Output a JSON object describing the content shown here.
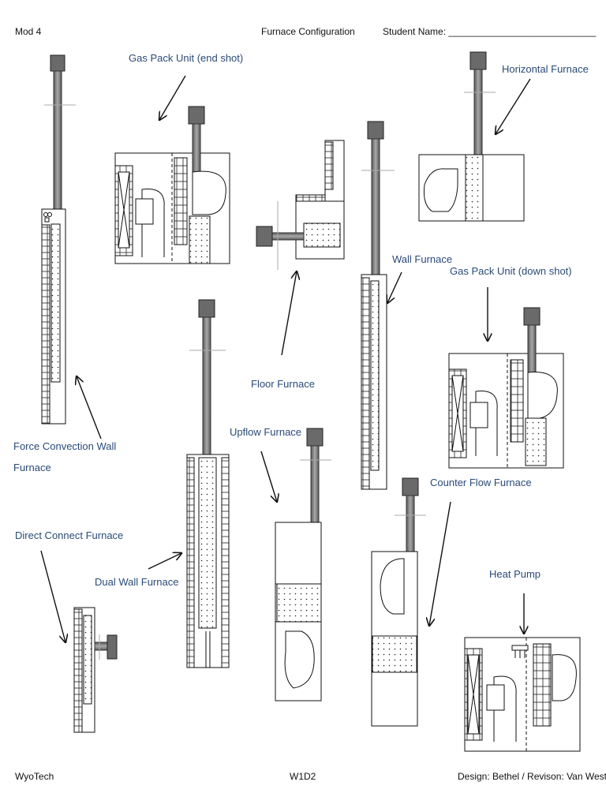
{
  "header": {
    "left": "Mod 4",
    "center": "Furnace Configuration",
    "right": "Student Name: ____________________________"
  },
  "footer": {
    "left": "WyoTech",
    "center": "W1D2",
    "right": "Design: Bethel / Revison: Van West"
  },
  "labels": {
    "gas_pack_end": "Gas Pack Unit (end shot)",
    "horizontal": "Horizontal Furnace",
    "wall": "Wall Furnace",
    "gas_pack_down": "Gas Pack Unit (down shot)",
    "floor": "Floor Furnace",
    "upflow": "Upflow Furnace",
    "force_convection_line1": "Force Convection Wall",
    "force_convection_line2": "Furnace",
    "direct_connect": "Direct Connect Furnace",
    "dual_wall": "Dual Wall Furnace",
    "counter_flow": "Counter Flow Furnace",
    "heat_pump": "Heat Pump"
  },
  "colors": {
    "label": "#2a4a78",
    "line": "#111111",
    "flue": "#7a7a7a",
    "flue_cap": "#6a6a6a"
  }
}
